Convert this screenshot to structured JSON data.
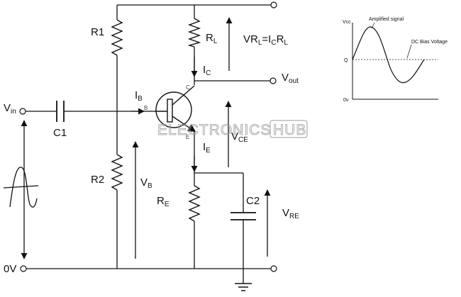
{
  "labels": {
    "r1": "R1",
    "r2": "R2",
    "rl": "R",
    "rl_sub": "L",
    "vrl": "VR",
    "vrl_sub1": "L",
    "vrl_eq": "=I",
    "vrl_sub2": "C",
    "vrl_r": "R",
    "vrl_sub3": "L",
    "ic": "I",
    "ic_sub": "C",
    "vout": "V",
    "vout_sub": "out",
    "ib": "I",
    "ib_sub": "B",
    "vin": "V",
    "vin_sub": "in",
    "c1": "C1",
    "c2": "C2",
    "ie": "I",
    "ie_sub": "E",
    "vce": "V",
    "vce_sub": "CE",
    "vb": "V",
    "vb_sub": "B",
    "re": "R",
    "re_sub": "E",
    "vre": "V",
    "vre_sub": "RE",
    "zero_v": "0V",
    "pin_c": "C",
    "pin_b": "B",
    "pin_e": "E"
  },
  "watermark": {
    "part1": "ELECTRONICS",
    "part2": "HUB"
  },
  "inset_graph": {
    "y_top_label": "Vcc",
    "y_mid_label": "Q",
    "y_bottom_label": "0v",
    "signal_label": "Amplified signal",
    "bias_label": "DC Bias Voltage"
  },
  "colors": {
    "line": "#111111",
    "watermark": "#9a9a9a",
    "dashed": "#555555"
  }
}
